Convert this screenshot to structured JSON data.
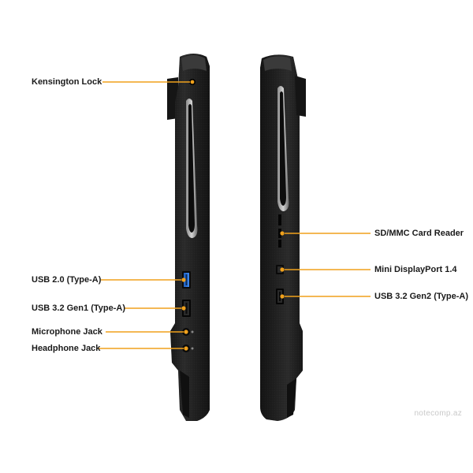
{
  "accent_color": "#f0a11c",
  "left_side": {
    "labels": [
      {
        "id": "kensington",
        "text": "Kensington Lock"
      },
      {
        "id": "usb20",
        "text": "USB 2.0 (Type-A)"
      },
      {
        "id": "usb32g1",
        "text": "USB 3.2 Gen1 (Type-A)"
      },
      {
        "id": "mic",
        "text": "Microphone Jack"
      },
      {
        "id": "headphone",
        "text": "Headphone Jack"
      }
    ]
  },
  "right_side": {
    "labels": [
      {
        "id": "cardreader",
        "text": "SD/MMC Card Reader"
      },
      {
        "id": "minidp",
        "text": "Mini DisplayPort 1.4"
      },
      {
        "id": "usb32g2",
        "text": "USB 3.2 Gen2 (Type-A)"
      }
    ]
  },
  "watermark": "notecomp.az",
  "icons": [
    "usb-icon",
    "microphone-icon",
    "headphone-icon",
    "sd-card-icon",
    "displayport-icon",
    "lock-icon"
  ]
}
